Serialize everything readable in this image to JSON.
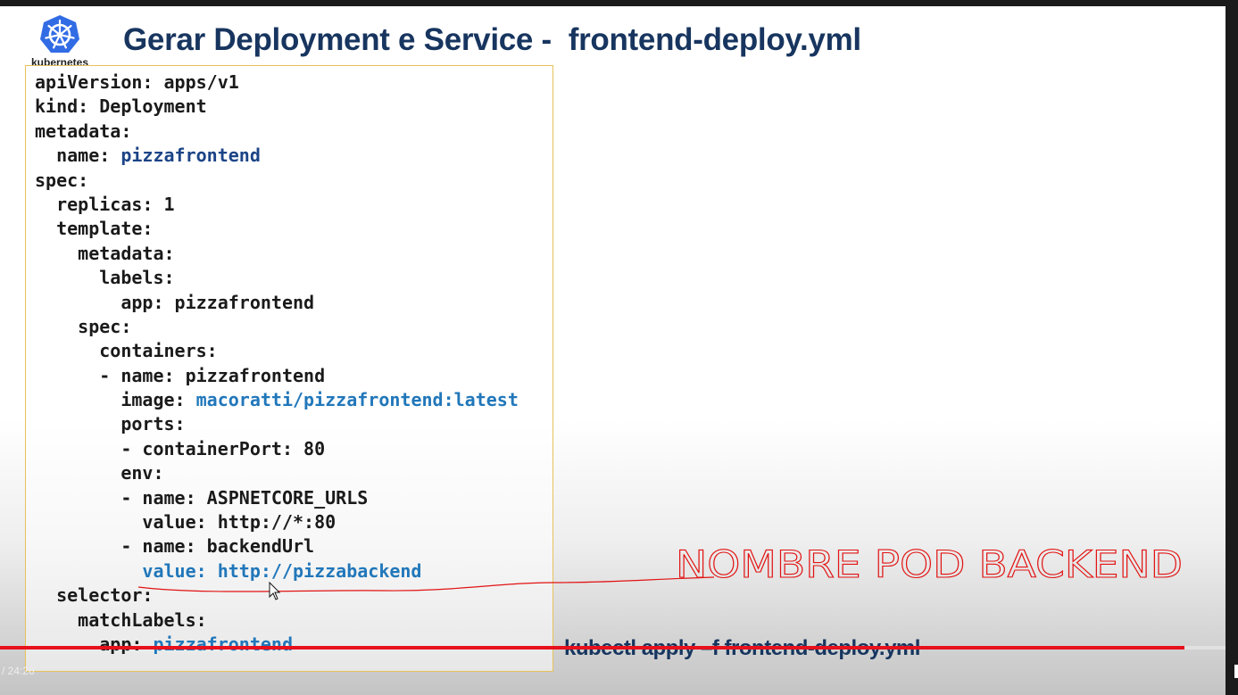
{
  "slide": {
    "logo_text": "kubernetes",
    "title": "Gerar Deployment e Service -  frontend-deploy.yml",
    "code_lines": [
      [
        {
          "t": "apiVersion: apps/v1"
        }
      ],
      [
        {
          "t": "kind: Deployment"
        }
      ],
      [
        {
          "t": "metadata:"
        }
      ],
      [
        {
          "t": "  name: "
        },
        {
          "t": "pizzafrontend",
          "c": "navy"
        }
      ],
      [
        {
          "t": "spec:"
        }
      ],
      [
        {
          "t": "  replicas: 1"
        }
      ],
      [
        {
          "t": "  template:"
        }
      ],
      [
        {
          "t": "    metadata:"
        }
      ],
      [
        {
          "t": "      labels:"
        }
      ],
      [
        {
          "t": "        app: pizzafrontend"
        }
      ],
      [
        {
          "t": "    spec:"
        }
      ],
      [
        {
          "t": "      containers:"
        }
      ],
      [
        {
          "t": "      - name: pizzafrontend"
        }
      ],
      [
        {
          "t": "        image: "
        },
        {
          "t": "macoratti/pizzafrontend:latest",
          "c": "blue"
        }
      ],
      [
        {
          "t": "        ports:"
        }
      ],
      [
        {
          "t": "        - containerPort: 80"
        }
      ],
      [
        {
          "t": "        env:"
        }
      ],
      [
        {
          "t": "        - name: ASPNETCORE_URLS"
        }
      ],
      [
        {
          "t": "          value: http://*:80"
        }
      ],
      [
        {
          "t": "        - name: backendUrl"
        }
      ],
      [
        {
          "t": "          value: http://pizzabackend",
          "c": "blue"
        }
      ],
      [
        {
          "t": "  selector:"
        }
      ],
      [
        {
          "t": "    matchLabels:"
        }
      ],
      [
        {
          "t": "      app: "
        },
        {
          "t": "pizzafrontend",
          "c": "blue"
        }
      ]
    ],
    "command": "kubectl apply –f frontend-deploy.yml",
    "annotation": "NOMBRE POD BACKEND"
  },
  "player": {
    "time": "/ 24:26",
    "progress": 0.957,
    "accent_color": "#e8101c"
  }
}
